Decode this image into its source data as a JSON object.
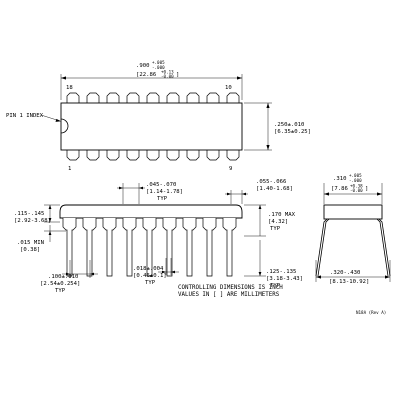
{
  "drawing": {
    "top_view": {
      "length_dim": ".900",
      "length_tol_plus": "+.005",
      "length_tol_minus": "-.000",
      "length_mm": "[22.86",
      "length_mm_tol_plus": "+0.13",
      "length_mm_tol_minus": "-0.00",
      "length_mm_close": "]",
      "pin_18": "18",
      "pin_10": "10",
      "pin_1": "1",
      "pin_9": "9",
      "pin1_label": "PIN 1 INDEX",
      "width_dim": ".250±.010",
      "width_mm": "[6.35±0.25]",
      "pins_per_side": 9
    },
    "side_view": {
      "pitch_dim": ".045-.070",
      "pitch_mm": "[1.14-1.78]",
      "pitch_typ": "TYP",
      "shoulder_dim": ".055-.066",
      "shoulder_mm": "[1.40-1.68]",
      "height_dim": ".115-.145",
      "height_mm": "[2.92-3.68]",
      "standoff_dim": ".015 MIN",
      "standoff_mm": "[0.38]",
      "max_height_dim": ".170 MAX",
      "max_height_mm": "[4.32]",
      "max_height_typ": "TYP",
      "lead_width_dim": ".018±.004",
      "lead_width_mm": "[0.46±0.1]",
      "lead_width_typ": "TYP",
      "lead_len_dim": ".125-.135",
      "lead_len_mm": "[3.18-3.43]",
      "lead_len_typ": "TYP",
      "lead_space_dim": ".100±.010",
      "lead_space_mm": "[2.54±0.254]",
      "lead_space_typ": "TYP",
      "leads": 9
    },
    "end_view": {
      "row_dim": ".310",
      "row_tol_plus": "+.005",
      "row_tol_minus": "-.000",
      "row_mm": "[7.86",
      "row_mm_tol_plus": "+0.38",
      "row_mm_tol_minus": "-0.00",
      "row_mm_close": "]",
      "spread_dim": ".320-.430",
      "spread_mm": "[8.13-10.92]"
    },
    "notes": {
      "line1": "CONTROLLING DIMENSIONS IS INCH",
      "line2": "VALUES IN [ ] ARE MILLIMETERS",
      "rev": "N18A (Rev A)"
    }
  }
}
